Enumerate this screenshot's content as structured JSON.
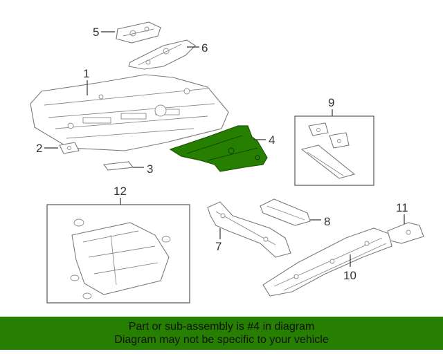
{
  "diagram": {
    "callouts": {
      "c1": "1",
      "c2": "2",
      "c3": "3",
      "c4": "4",
      "c5": "5",
      "c6": "6",
      "c7": "7",
      "c8": "8",
      "c9": "9",
      "c10": "10",
      "c11": "11",
      "c12": "12"
    },
    "highlight_color": "#267f00"
  },
  "banner": {
    "line1": "Part or sub-assembly is #4 in diagram",
    "line2": "Diagram may not be specific to your vehicle",
    "background": "#267f00"
  }
}
